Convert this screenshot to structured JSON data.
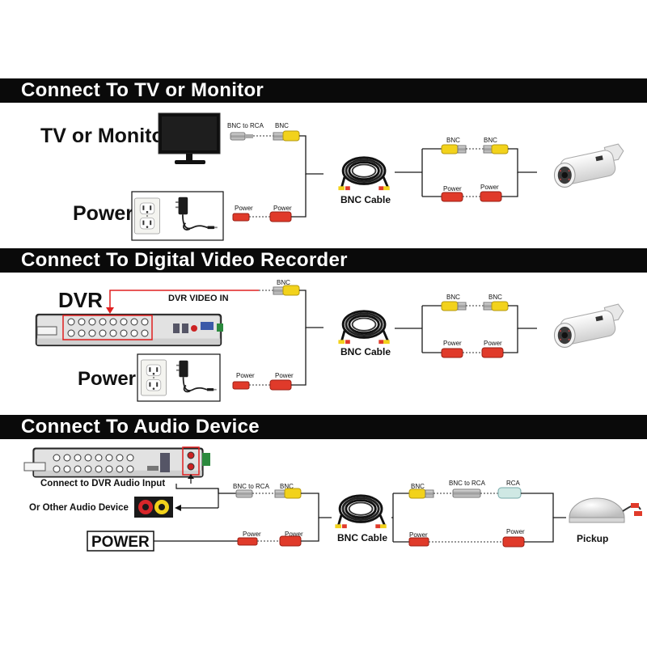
{
  "sections": {
    "tv": {
      "title": "Connect To TV or Monitor",
      "device_label": "TV or Monitor",
      "power_label": "Power",
      "bnc_to_rca": "BNC to RCA",
      "bnc": "BNC",
      "power_a": "Power",
      "power_b": "Power",
      "cable_label": "BNC Cable",
      "out_bnc_a": "BNC",
      "out_bnc_b": "BNC",
      "out_power_a": "Power",
      "out_power_b": "Power"
    },
    "dvr": {
      "title": "Connect To Digital Video Recorder",
      "device_label": "DVR",
      "video_in_label": "DVR VIDEO IN",
      "power_label": "Power",
      "bnc": "BNC",
      "power_a": "Power",
      "power_b": "Power",
      "cable_label": "BNC Cable",
      "out_bnc_a": "BNC",
      "out_bnc_b": "BNC",
      "out_power_a": "Power",
      "out_power_b": "Power"
    },
    "audio": {
      "title": "Connect To Audio Device",
      "dvr_audio_input": "Connect to DVR Audio Input",
      "other_audio_device": "Or Other Audio Device",
      "power_label": "POWER",
      "bnc_to_rca": "BNC to RCA",
      "bnc": "BNC",
      "power_a": "Power",
      "power_b": "Power",
      "cable_label": "BNC Cable",
      "out_bnc": "BNC",
      "out_bnc_to_rca": "BNC to RCA",
      "out_rca": "RCA",
      "out_power_a": "Power",
      "out_power_b": "Power",
      "pickup_label": "Pickup"
    }
  },
  "colors": {
    "banner_bg": "#0a0a0a",
    "banner_text": "#ffffff",
    "wire": "#1a1a1a",
    "connector_yellow": "#f2d21b",
    "connector_red": "#e03a2a",
    "dvr_highlight": "#e02020",
    "rca_jack_red": "#d8262a",
    "rca_jack_yellow": "#f2d21b"
  }
}
